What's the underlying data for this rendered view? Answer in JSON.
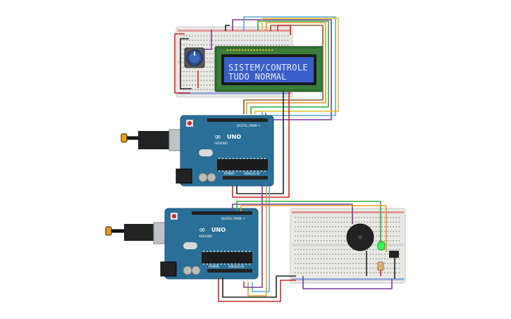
{
  "lcd": {
    "line1": "SISTEM/CONTROLE",
    "line2": "TUDO NORMAL"
  },
  "arduino_top": {
    "model": "UNO",
    "brand": "ARDUINO",
    "label_digital": "DIGITAL (PWM~)",
    "label_power": "POWER",
    "label_analog": "ANALOG IN"
  },
  "arduino_bottom": {
    "model": "UNO",
    "brand": "ARDUINO",
    "label_digital": "DIGITAL (PWM~)",
    "label_power": "POWER",
    "label_analog": "ANALOG IN"
  },
  "colors": {
    "board": "#2a6f97",
    "board_dark": "#1f5a7e",
    "breadboard": "#e8e8e4",
    "lcd_frame": "#2f6d2f",
    "lcd_screen": "#3a5ec8",
    "wire_red": "#cc2a2a",
    "wire_black": "#222222",
    "wire_purple": "#7a3c96",
    "wire_orange": "#e59a26",
    "wire_green": "#2faa3c",
    "wire_yellow": "#e8c021",
    "wire_blue": "#5aa8e0",
    "wire_brown": "#8a5a2c",
    "led": "#33ff55"
  }
}
